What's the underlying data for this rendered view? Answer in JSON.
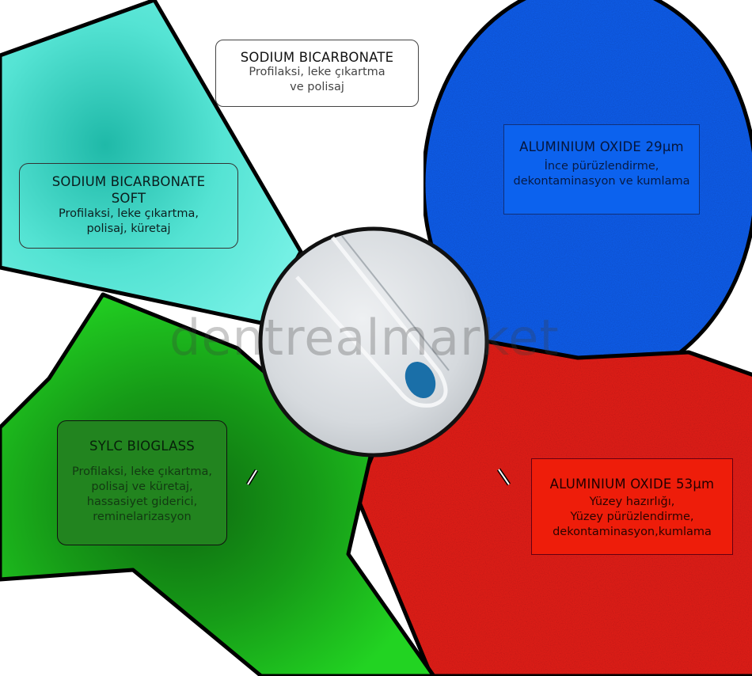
{
  "watermark": "dentrealmarket",
  "products": {
    "sodium_bicarbonate": {
      "title": "SODIUM BICARBONATE",
      "line1": "Profilaksi, leke çıkartma",
      "line2": "ve polisaj"
    },
    "sodium_bicarbonate_soft": {
      "title_line1": "SODIUM BICARBONATE",
      "title_line2": "SOFT",
      "line1": "Profilaksi, leke çıkartma,",
      "line2": "polisaj, küretaj"
    },
    "aluminium_oxide_29": {
      "title": "ALUMINIUM OXIDE 29µm",
      "line1": "İnce pürüzlendirme,",
      "line2": "dekontaminasyon ve kumlama"
    },
    "sylc_bioglass": {
      "title": "SYLC BIOGLASS",
      "line1": "Profilaksi, leke çıkartma,",
      "line2": "polisaj ve küretaj,",
      "line3": "hassasiyet giderici,",
      "line4": "reminelarizasyon"
    },
    "aluminium_oxide_53": {
      "title": "ALUMINIUM OXIDE 53µm",
      "line1": "Yüzey hazırlığı,",
      "line2": "Yüzey pürüzlendirme,",
      "line3": "dekontaminasyon,kumlama"
    }
  },
  "colors": {
    "cyan_powder": "#5de8d8",
    "blue_powder": "#1560f0",
    "green_powder": "#1fc41f",
    "red_powder": "#e8231a",
    "center_lens": "#dfe3e6",
    "nozzle_tip": "#1a6fa8"
  }
}
